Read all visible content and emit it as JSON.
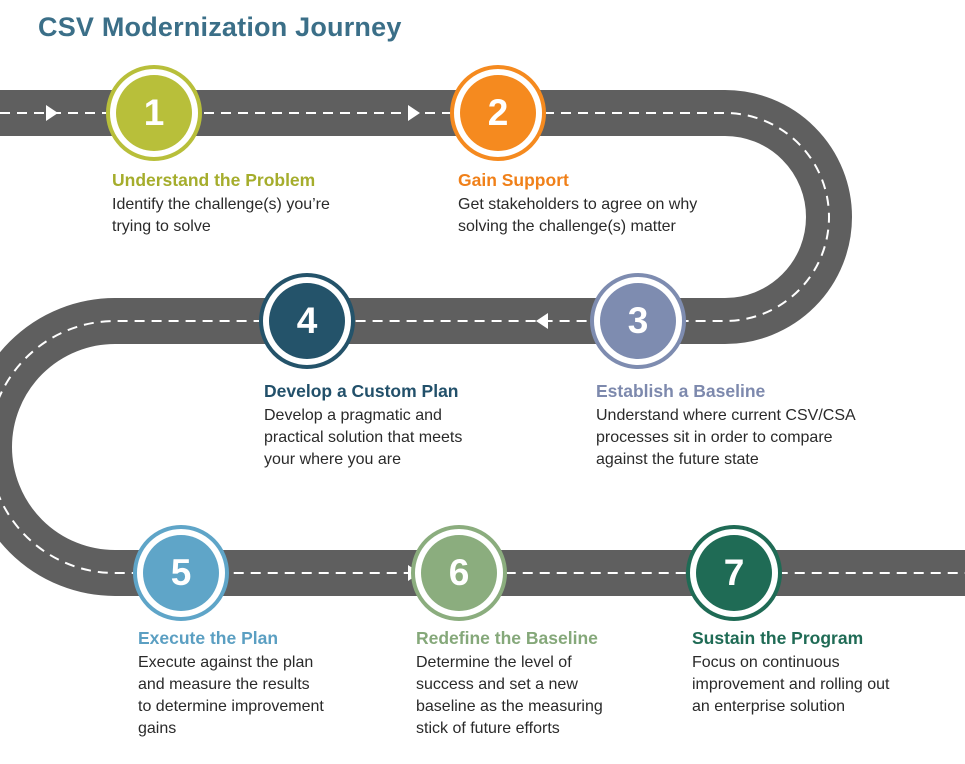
{
  "title": "CSV Modernization Journey",
  "steps": [
    {
      "number": "1",
      "title": "Understand the Problem",
      "desc": "Identify the challenge(s) you’re\ntrying to solve",
      "color": "#b8bf3a",
      "title_color": "#a5ad2c"
    },
    {
      "number": "2",
      "title": "Gain Support",
      "desc": "Get stakeholders to agree on why\nsolving the challenge(s) matter",
      "color": "#f58a1f",
      "title_color": "#f08019"
    },
    {
      "number": "3",
      "title": "Establish a Baseline",
      "desc": "Understand where current CSV/CSA\nprocesses sit in order to compare\nagainst the future state",
      "color": "#7e8cb0",
      "title_color": "#7d89ad"
    },
    {
      "number": "4",
      "title": "Develop a Custom Plan",
      "desc": "Develop a pragmatic and\npractical solution that meets\nyour where you are",
      "color": "#24536a",
      "title_color": "#22506a"
    },
    {
      "number": "5",
      "title": "Execute the Plan",
      "desc": "Execute against the plan\nand  measure the results\nto determine improvement\ngains",
      "color": "#5fa5c8",
      "title_color": "#5b9fc2"
    },
    {
      "number": "6",
      "title": "Redefine the Baseline",
      "desc": "Determine the level of\nsuccess and set a new\nbaseline as the measuring\nstick of future efforts",
      "color": "#8bad7e",
      "title_color": "#85a87a"
    },
    {
      "number": "7",
      "title": "Sustain the Program",
      "desc": "Focus on continuous\nimprovement and rolling out\nan enterprise solution",
      "color": "#1f6b55",
      "title_color": "#1f6b55"
    }
  ],
  "colors": {
    "road": "#5f5f5f",
    "lane": "#ffffff",
    "title": "#3b6f88"
  }
}
